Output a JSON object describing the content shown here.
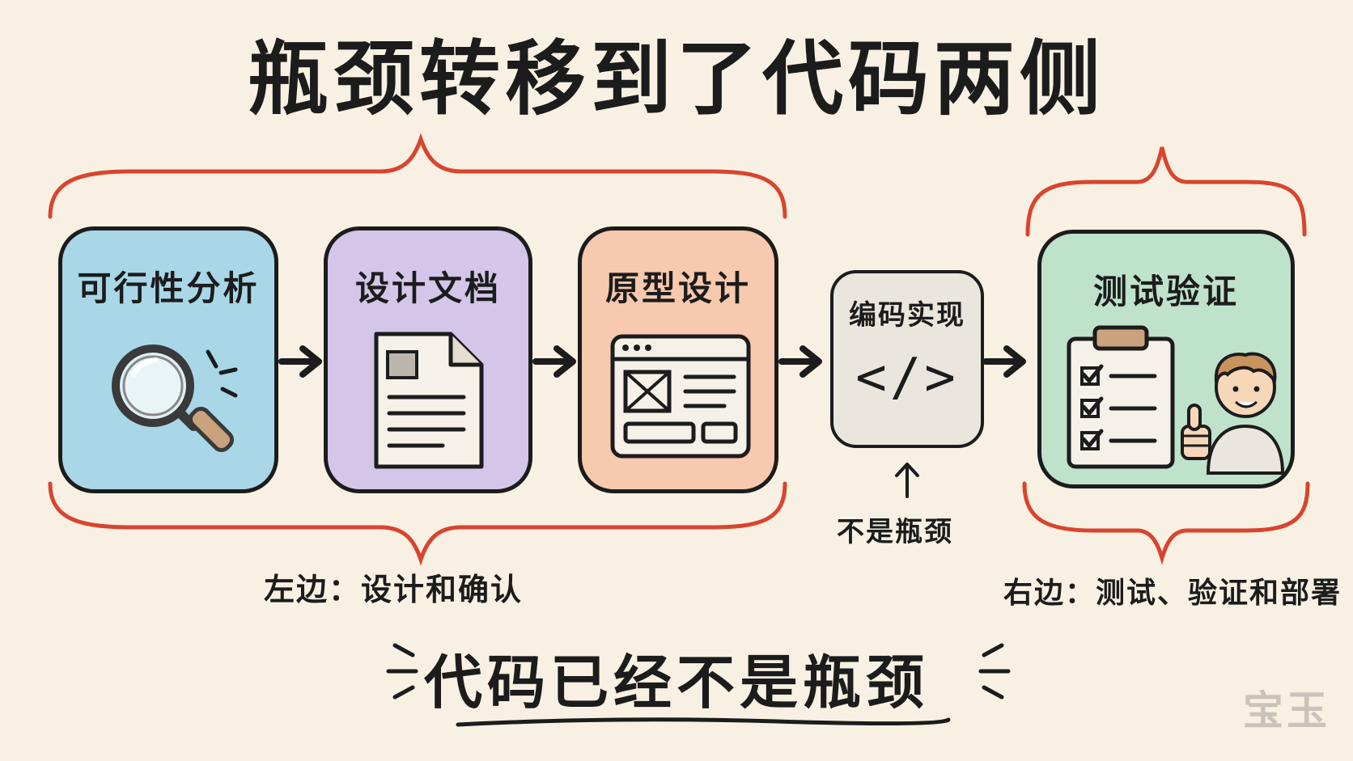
{
  "title": "瓶颈转移到了代码两侧",
  "steps": [
    {
      "label": "可行性分析",
      "icon": "magnifier-icon",
      "color": "#a9d7e8"
    },
    {
      "label": "设计文档",
      "icon": "document-icon",
      "color": "#d4c6e8"
    },
    {
      "label": "原型设计",
      "icon": "wireframe-icon",
      "color": "#f7c9ae"
    },
    {
      "label": "编码实现",
      "icon": "code-icon",
      "color": "#eae6dd"
    },
    {
      "label": "测试验证",
      "icon": "checklist-icon",
      "color": "#bfe2cb"
    }
  ],
  "left_caption": "左边：设计和确认",
  "right_caption": "右边：测试、验证和部署",
  "not_bottleneck_note": "不是瓶颈",
  "code_symbol": "</>",
  "conclusion": "代码已经不是瓶颈",
  "watermark": "宝玉",
  "colors": {
    "brace": "#d9442e",
    "ink": "#1c1c1c",
    "background": "#f8f1e3"
  }
}
